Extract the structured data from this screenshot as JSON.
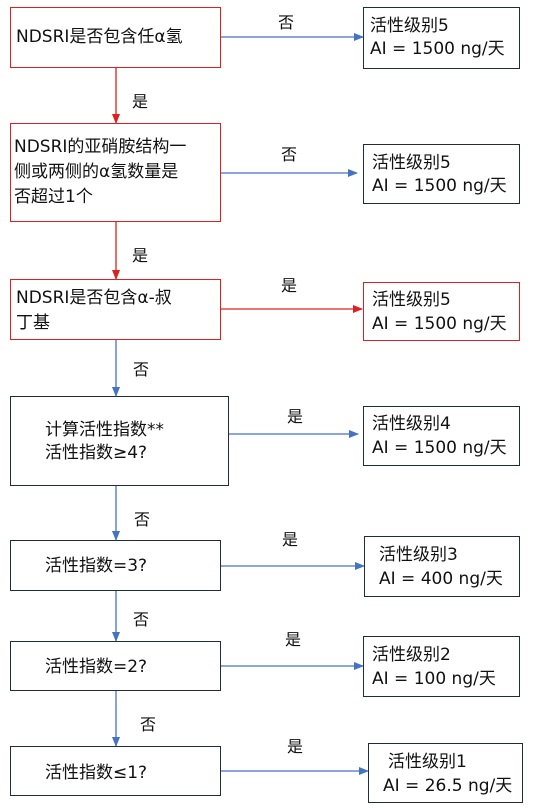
{
  "colors": {
    "blue": "#4472c4",
    "red": "#e02020",
    "border": "#1f2d3a"
  },
  "questions": [
    {
      "lines": [
        "NDSRI是否包含任α氢"
      ]
    },
    {
      "lines": [
        "NDSRI的亚硝胺结构一",
        "侧或两侧的α氢数量是",
        "否超过1个"
      ]
    },
    {
      "lines": [
        "NDSRI是否包含α-叔",
        "丁基"
      ]
    },
    {
      "lines": [
        "计算活性指数**",
        "活性指数≥4?"
      ]
    },
    {
      "lines": [
        "活性指数=3?"
      ]
    },
    {
      "lines": [
        "活性指数=2?"
      ]
    },
    {
      "lines": [
        "活性指数≤1?"
      ]
    }
  ],
  "results": [
    {
      "category": "活性级别5",
      "ai": "AI = 1500 ng/天"
    },
    {
      "category": "活性级别5",
      "ai": "AI = 1500 ng/天"
    },
    {
      "category": "活性级别5",
      "ai": "AI = 1500 ng/天"
    },
    {
      "category": "活性级别4",
      "ai": "AI = 1500 ng/天"
    },
    {
      "category": "活性级别3",
      "ai": "AI = 400 ng/天"
    },
    {
      "category": "活性级别2",
      "ai": "AI = 100 ng/天"
    },
    {
      "category": "活性级别1",
      "ai": "AI = 26.5 ng/天"
    }
  ],
  "side_labels": [
    "否",
    "否",
    "是",
    "是",
    "是",
    "是",
    "是"
  ],
  "down_labels": [
    "是",
    "是",
    "否",
    "否",
    "否",
    "否"
  ]
}
